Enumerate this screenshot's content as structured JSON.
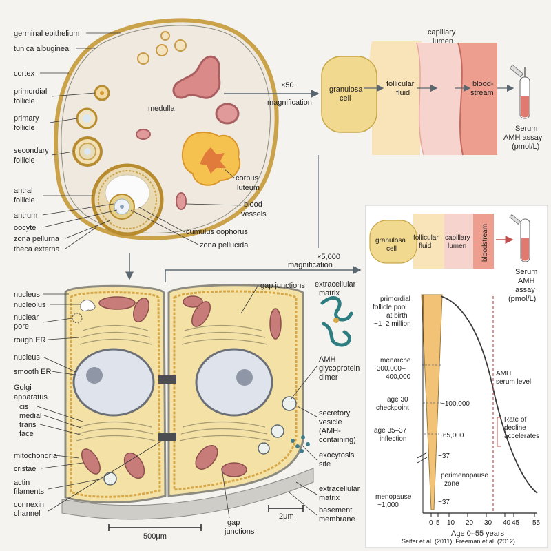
{
  "ovary": {
    "labels_left": [
      "germinal epithelium",
      "tunica albuginea",
      "cortex",
      "primordial",
      "follicle",
      "primary",
      "follicle",
      "secondary",
      "follicle",
      "antral",
      "follicle",
      "antrum",
      "oocyte",
      "zona pellurna",
      "theca externa"
    ],
    "labels_right": [
      "corpus",
      "luteum",
      "blood",
      "vessels",
      "cumulus oophorus",
      "zona pellucida"
    ],
    "medulla": "medulla",
    "scale": "500μm"
  },
  "top_flow": {
    "mag": "×50",
    "mag_word": "magnification",
    "granulosa": [
      "granulosa",
      "cell"
    ],
    "fluid": [
      "follicular",
      "fluid"
    ],
    "capillary": [
      "capillary",
      "lumen"
    ],
    "blood": [
      "blood-",
      "stream"
    ],
    "serum": [
      "Serum",
      "AMH assay",
      "(pmol/L)"
    ]
  },
  "cells": {
    "labels_left": [
      "nucleus",
      "nucleolus",
      "nuclear",
      "pore",
      "rough ER",
      "nucleus",
      "smooth ER",
      "Golgi",
      "apparatus",
      "cis",
      "medial",
      "trans",
      "face",
      "mitochondria",
      "cristae",
      "actin",
      "filaments",
      "connexin",
      "channel"
    ],
    "labels_right": [
      "gap junctions",
      "extracellular",
      "matrix",
      "AMH",
      "glycoprotein",
      "dimer",
      "secretory",
      "vesicle",
      "(AMH-",
      "containing)",
      "exocytosis",
      "site",
      "extracellular",
      "matrix",
      "basement",
      "membrane"
    ],
    "gap_bottom": [
      "gap",
      "junctions"
    ],
    "scale": "2μm",
    "mag": "×5,000",
    "mag_word": "magnification"
  },
  "inset": {
    "granulosa": [
      "granulosa",
      "cell"
    ],
    "fluid": [
      "follicular",
      "fluid"
    ],
    "capillary": [
      "capillary",
      "lumen"
    ],
    "blood": "bloodstream",
    "serum": [
      "Serum",
      "AMH",
      "assay",
      "(pmol/L)"
    ],
    "annotations": {
      "pool": [
        "primordial",
        "follicle pool",
        "at birth",
        "~1–2 million"
      ],
      "menarche": [
        "menarche",
        "~300,000–",
        "400,000"
      ],
      "age30": [
        "age 30",
        "checkpoint"
      ],
      "age30_val": "~100,000",
      "age35": [
        "age 35–37",
        "inflection"
      ],
      "age35_val": "~65,000",
      "val37a": "~37",
      "peri": [
        "perimenopause",
        "zone"
      ],
      "val37b": "~37",
      "menopause": [
        "menopause",
        "~1,000"
      ],
      "amh_level": [
        "AMH",
        "serum level"
      ],
      "rate": [
        "Rate of",
        "decline",
        "accelerates"
      ]
    },
    "x_ticks": [
      "0",
      "5",
      "10",
      "20",
      "30",
      "40",
      "45",
      "55"
    ],
    "x_label": "Age 0–55 years",
    "citation": "Seifer et al. (2011); Freeman et al. (2012)."
  }
}
